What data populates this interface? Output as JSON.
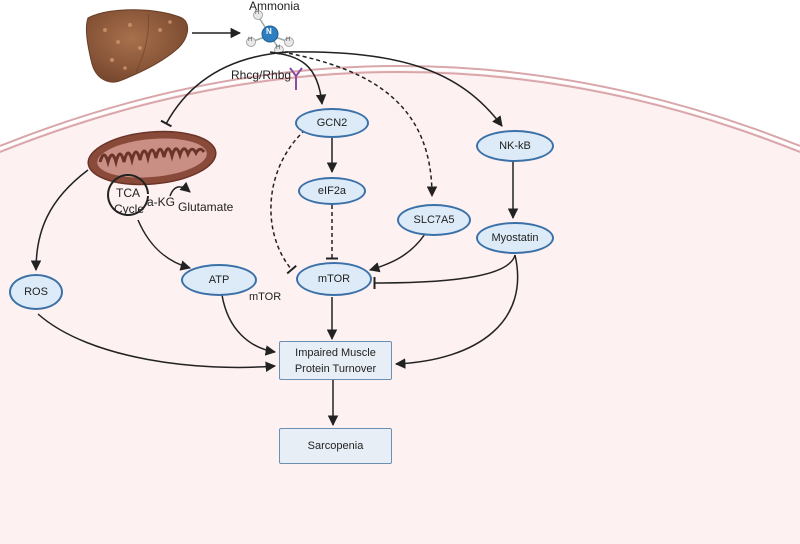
{
  "ammonia_label": "Ammonia",
  "ammonia_atoms": {
    "center": "N",
    "hydrogen": "H"
  },
  "transporter_label": "Rhcg/Rhbg",
  "mitochondrion": {
    "tca": "TCA",
    "cycle": "Cycle",
    "akg": "a-KG",
    "glutamate": "Glutamate"
  },
  "nodes": {
    "gcn2": "GCN2",
    "eif2a": "eIF2a",
    "slc7a5": "SLC7A5",
    "nfkb": "NK-kB",
    "myostatin": "Myostatin",
    "mtor": "mTOR",
    "atp": "ATP",
    "ros": "ROS",
    "impaired_line1": "Impaired Muscle",
    "impaired_line2": "Protein Turnover",
    "sarcopenia": "Sarcopenia"
  },
  "atp_side_label": "mTOR",
  "colors": {
    "cell_fill": "#fdf1f2",
    "cell_membrane": "#d9a6aa",
    "node_fill": "#dcebf7",
    "node_stroke": "#3c71a8",
    "box_fill": "#e8eef5",
    "liver": "#8b5a3c",
    "mitochondrion": "#8a4a3a",
    "ammonia_nitrogen": "#2f7fc0",
    "transporter": "#8e4c9e"
  }
}
